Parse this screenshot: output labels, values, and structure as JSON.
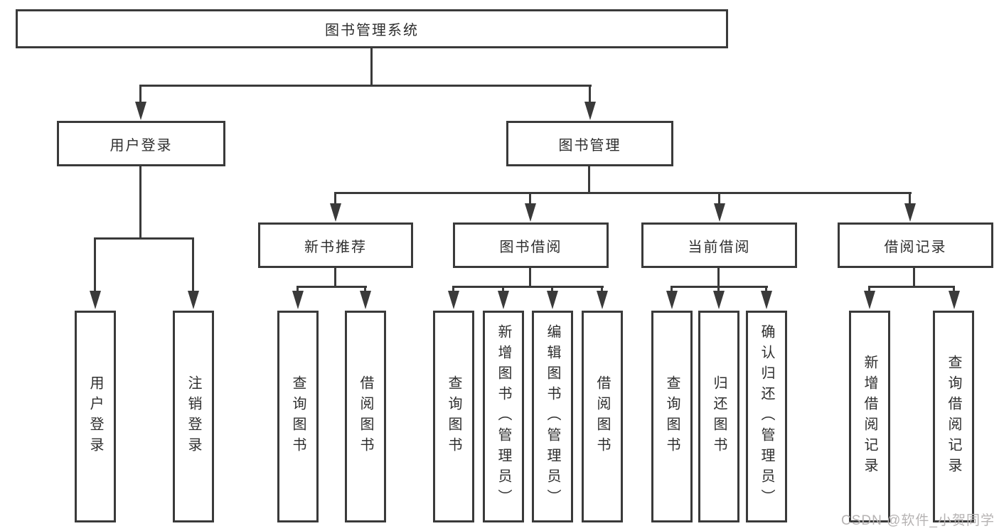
{
  "colors": {
    "line": "#3a3a3a",
    "text": "#2e2e2e",
    "background": "#ffffff",
    "watermark": "#b6b3b3"
  },
  "diagram": {
    "root": {
      "label": "图书管理系统"
    },
    "level1": [
      {
        "label": "用户登录"
      },
      {
        "label": "图书管理"
      }
    ],
    "level2": [
      {
        "label": "新书推荐"
      },
      {
        "label": "图书借阅"
      },
      {
        "label": "当前借阅"
      },
      {
        "label": "借阅记录"
      }
    ],
    "leaves": {
      "user_login": [
        "用户登录",
        "注销登录"
      ],
      "new_book_recommend": [
        "查询图书",
        "借阅图书"
      ],
      "book_borrow": [
        "查询图书",
        "新增图书（管理员）",
        "编辑图书（管理员）",
        "借阅图书"
      ],
      "current_borrow": [
        "查询图书",
        "归还图书",
        "确认归还（管理员）"
      ],
      "borrow_records": [
        "新增借阅记录",
        "查询借阅记录"
      ]
    }
  },
  "watermark": {
    "text": "CSDN @软件_小贺同学"
  }
}
